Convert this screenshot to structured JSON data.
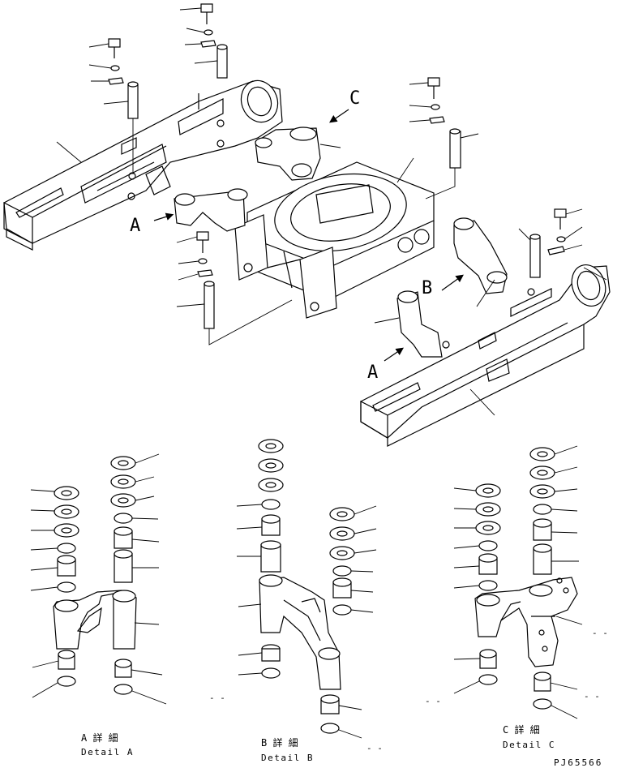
{
  "view_labels": {
    "a": "A",
    "b": "B",
    "c": "C"
  },
  "details": {
    "a": {
      "jp": "A 詳 細",
      "en": "Detail A"
    },
    "b": {
      "jp": "B 詳 細",
      "en": "Detail B"
    },
    "c": {
      "jp": "C 詳 細",
      "en": "Detail C"
    }
  },
  "drawing_code": "PJ65566",
  "dash_marks": [
    "- -",
    "- -",
    "- -",
    "- -",
    "- -"
  ]
}
